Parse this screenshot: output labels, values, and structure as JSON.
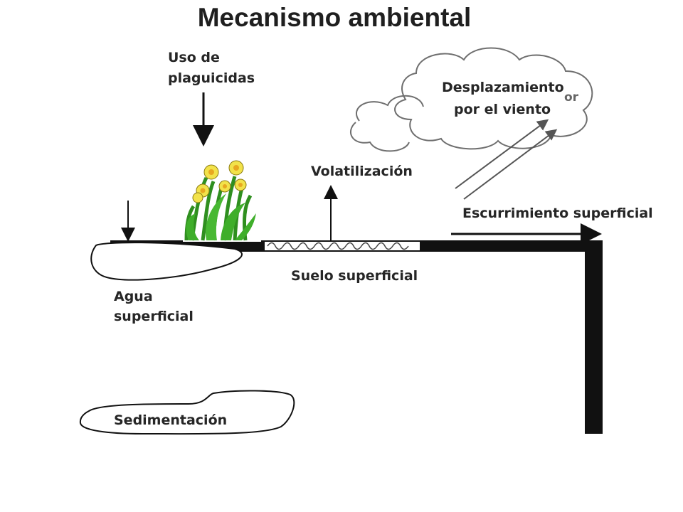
{
  "title": "Mecanismo ambiental",
  "labels": {
    "pesticide_use_1": "Uso de",
    "pesticide_use_2": "plaguicidas",
    "wind_1": "Desplazamiento",
    "wind_2": "por el viento",
    "wind_fragment": "or",
    "volatilization": "Volatilización",
    "runoff": "Escurrimiento superficial",
    "topsoil": "Suelo superficial",
    "surface_water_1": "Agua",
    "surface_water_2": "superficial",
    "sedimentation": "Sedimentación"
  },
  "icons": [
    "daffodil-plant-icon",
    "cloud-icon",
    "soil-texture-icon"
  ],
  "colors": {
    "ground": "#111111",
    "text": "#262626",
    "plant_leaf": "#3fae2a",
    "plant_flower": "#f2e24a"
  }
}
